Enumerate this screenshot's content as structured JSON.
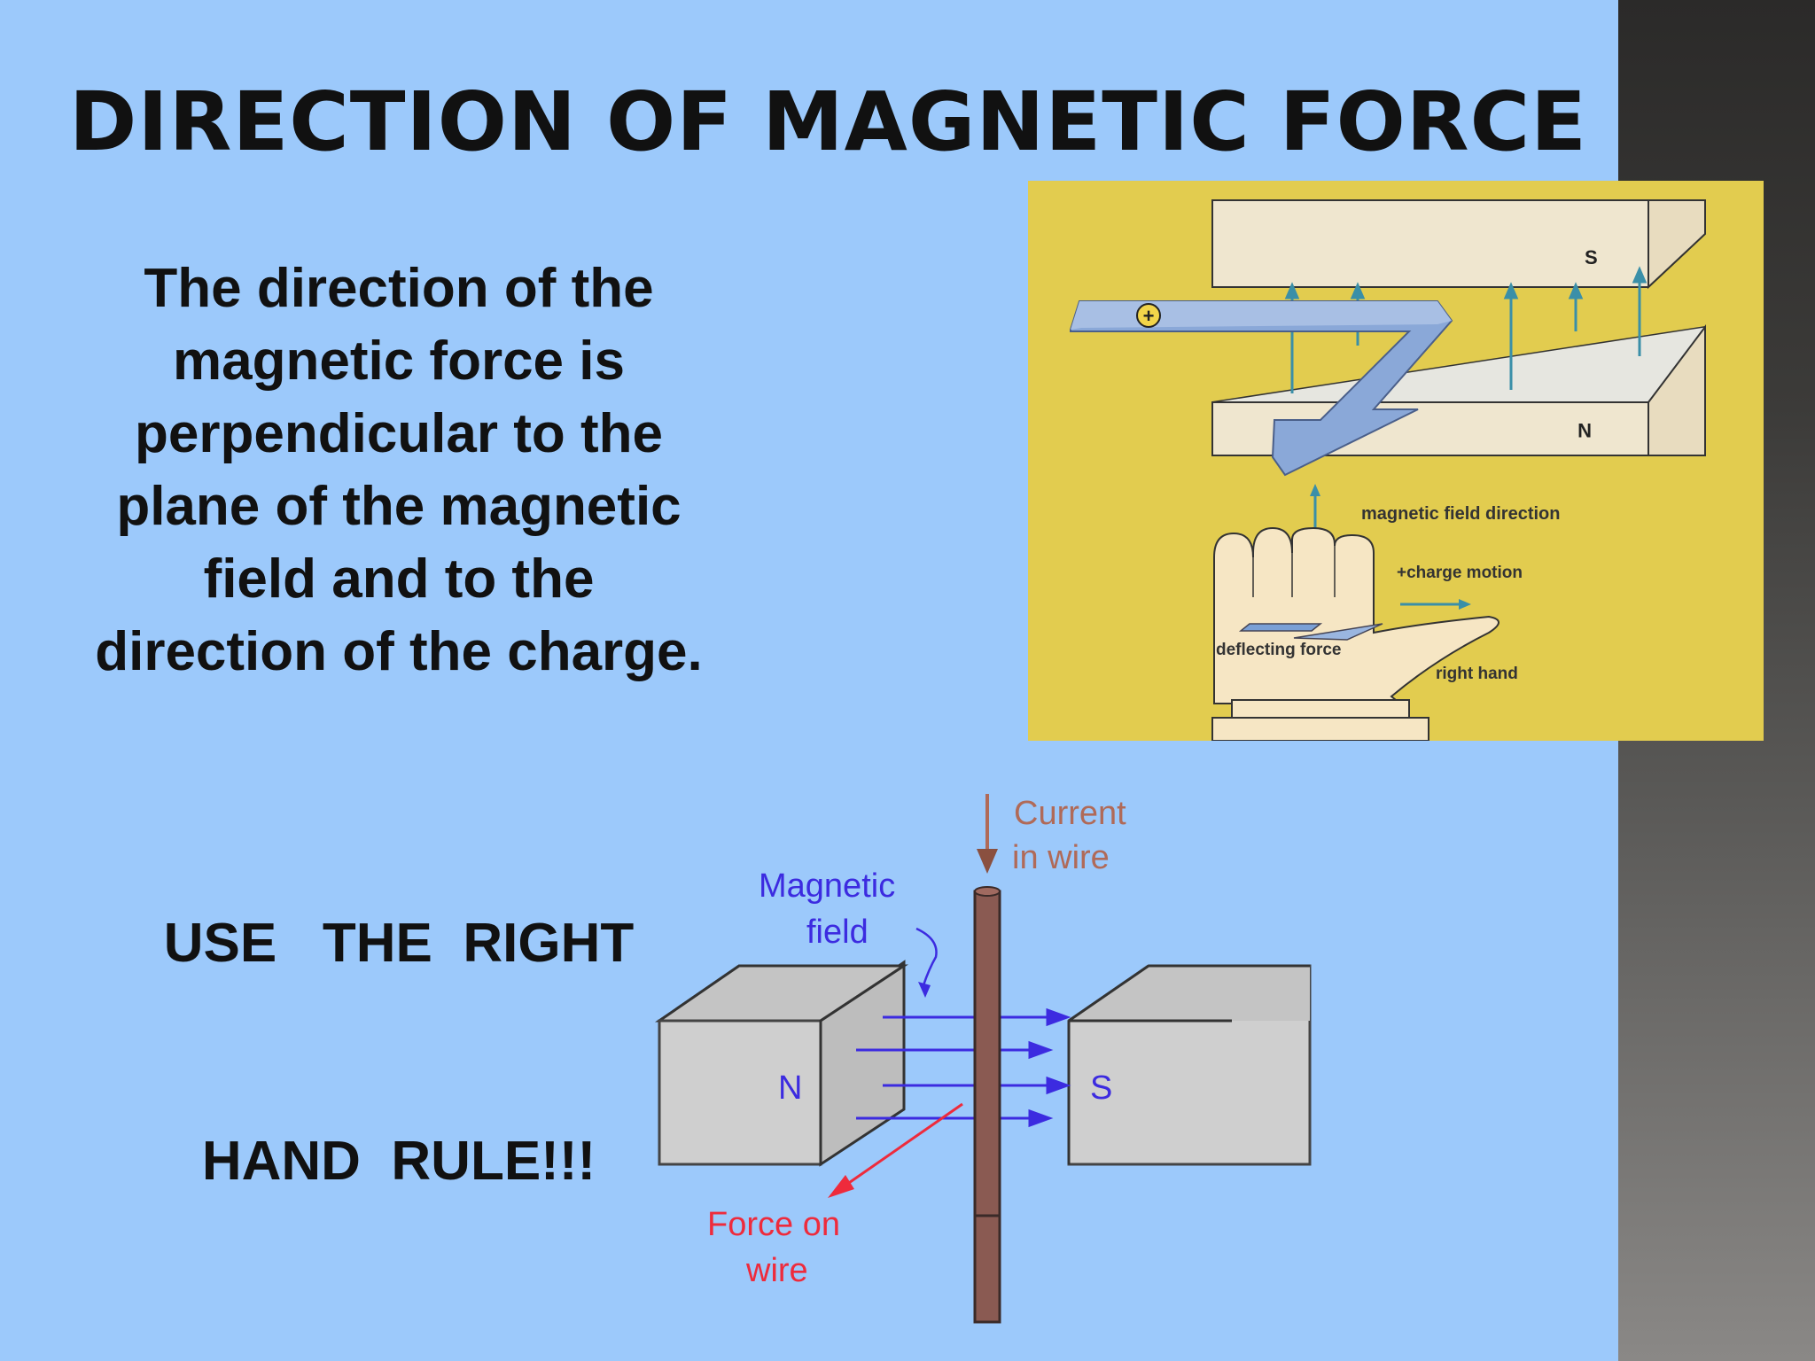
{
  "slide": {
    "title": "DIRECTION OF MAGNETIC FORCE",
    "body_lines": [
      "The direction of the",
      "magnetic force is",
      "perpendicular to the",
      "plane of the magnetic",
      "field and to the",
      "direction of the charge."
    ],
    "rule_lines": [
      "USE   THE  RIGHT",
      "HAND  RULE!!!"
    ]
  },
  "hand_diagram": {
    "pole_top": "S",
    "pole_bottom": "N",
    "charge_symbol": "+",
    "field_label": "magnetic field direction",
    "motion_label": "+charge motion",
    "force_label": "deflecting force",
    "hand_label": "right hand",
    "background_color": "#e2cc4f"
  },
  "wire_diagram": {
    "current_label_line1": "Current",
    "current_label_line2": "in wire",
    "field_label_line1": "Magnetic",
    "field_label_line2": "field",
    "pole_left": "N",
    "pole_right": "S",
    "force_label_line1": "Force on",
    "force_label_line2": "wire",
    "colors": {
      "current": "#b06a58",
      "field": "#3c2be0",
      "force": "#ee2b3c",
      "wire": "#8a5a52",
      "magnet": "#c8c8c8"
    }
  }
}
